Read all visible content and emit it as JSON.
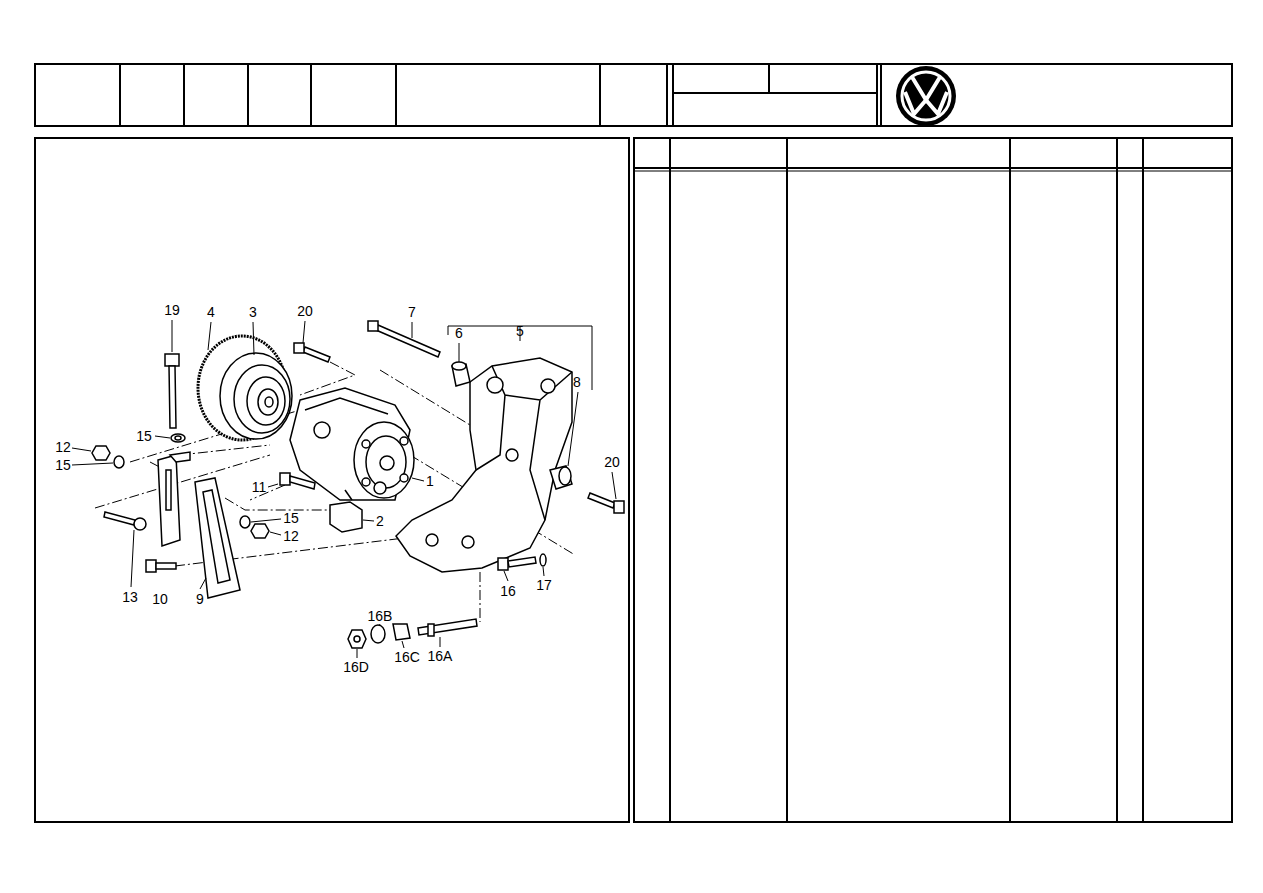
{
  "diagram": {
    "labels": [
      "19",
      "4",
      "3",
      "20",
      "7",
      "6",
      "5",
      "8",
      "12",
      "15",
      "15",
      "11",
      "1",
      "2",
      "15",
      "12",
      "20",
      "13",
      "10",
      "9",
      "16",
      "17",
      "16B",
      "16C",
      "16A",
      "16D"
    ]
  }
}
